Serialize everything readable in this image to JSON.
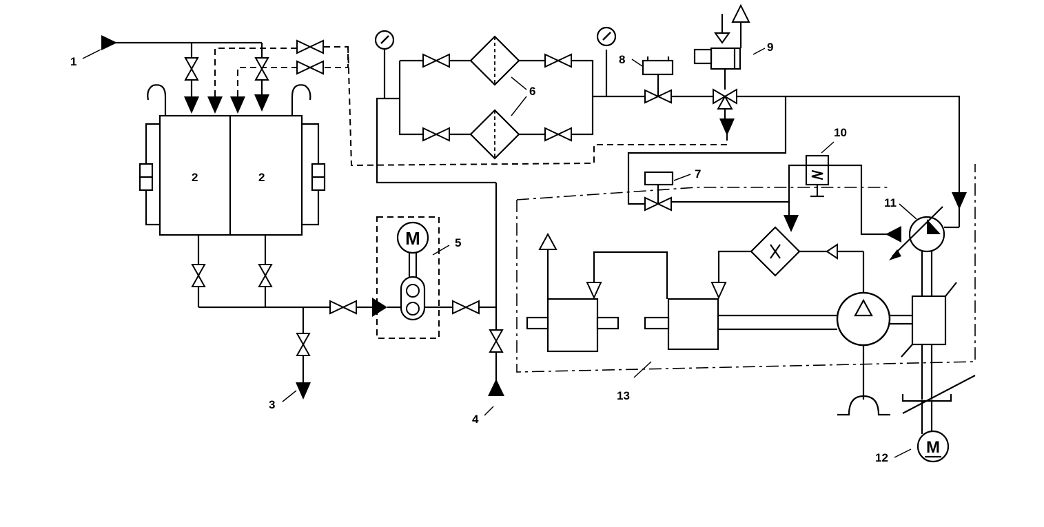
{
  "labels": {
    "l1": "1",
    "l2a": "2",
    "l2b": "2",
    "l3": "3",
    "l4": "4",
    "l5": "5",
    "l6": "6",
    "l7": "7",
    "l8": "8",
    "l9": "9",
    "l10": "10",
    "l11": "11",
    "l12": "12",
    "l13": "13"
  },
  "motor_symbol": "M",
  "icons": [
    "gate-valve-icon",
    "pressure-gauge-icon",
    "filter-icon",
    "pump-icon",
    "motor-icon",
    "arrow-icon"
  ]
}
